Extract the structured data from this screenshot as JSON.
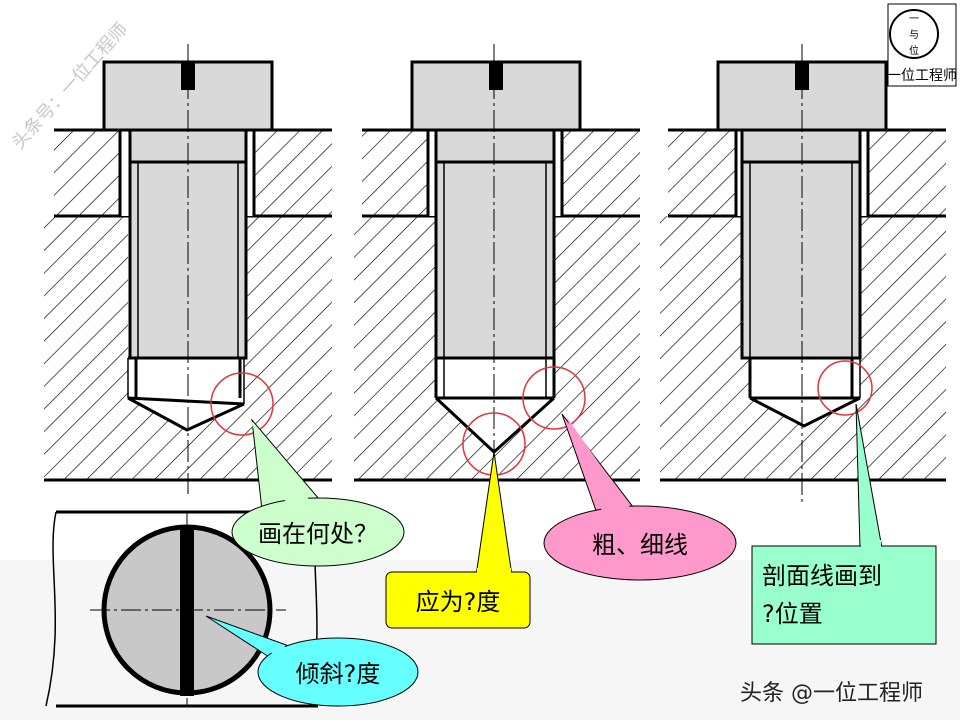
{
  "watermark_top_left": "头条号：一位工程师",
  "logo": {
    "seal_char_1": "一",
    "seal_char_2": "与",
    "seal_char_3": "位",
    "label": "一位工程师"
  },
  "footer_watermark": "头条 @一位工程师",
  "callouts": {
    "where_draw": "画在何处？",
    "angle": "应为?度",
    "line_type": "粗、细线",
    "hatch_extent_line1": "剖面线画到",
    "hatch_extent_line2": "?位置",
    "tilt": "倾斜?度"
  },
  "colors": {
    "fill_gray": "#d9d9d9",
    "head_gray": "#c8c8c8",
    "circle_red": "#e0353b",
    "callout_green": "#ccffcc",
    "callout_yellow": "#ffff00",
    "callout_pink": "#ff99cc",
    "callout_aqua": "#99ffcc",
    "callout_cyan": "#66ffff"
  }
}
